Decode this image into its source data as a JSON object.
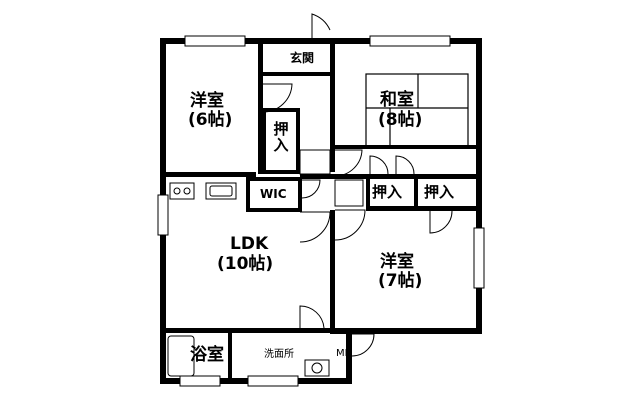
{
  "rooms": {
    "western_6": {
      "name": "洋室",
      "size": "(6帖)"
    },
    "genkan": "玄関",
    "washitsu": {
      "name": "和室",
      "size": "(8帖)"
    },
    "closet_left": "押入",
    "closet_center": "押入",
    "closet_right": "押入",
    "wic": "WIC",
    "ldk": {
      "name": "LDK",
      "size": "(10帖)"
    },
    "western_7": {
      "name": "洋室",
      "size": "(7帖)"
    },
    "bath": "浴室",
    "washroom": "洗面所",
    "machine": "MB"
  }
}
